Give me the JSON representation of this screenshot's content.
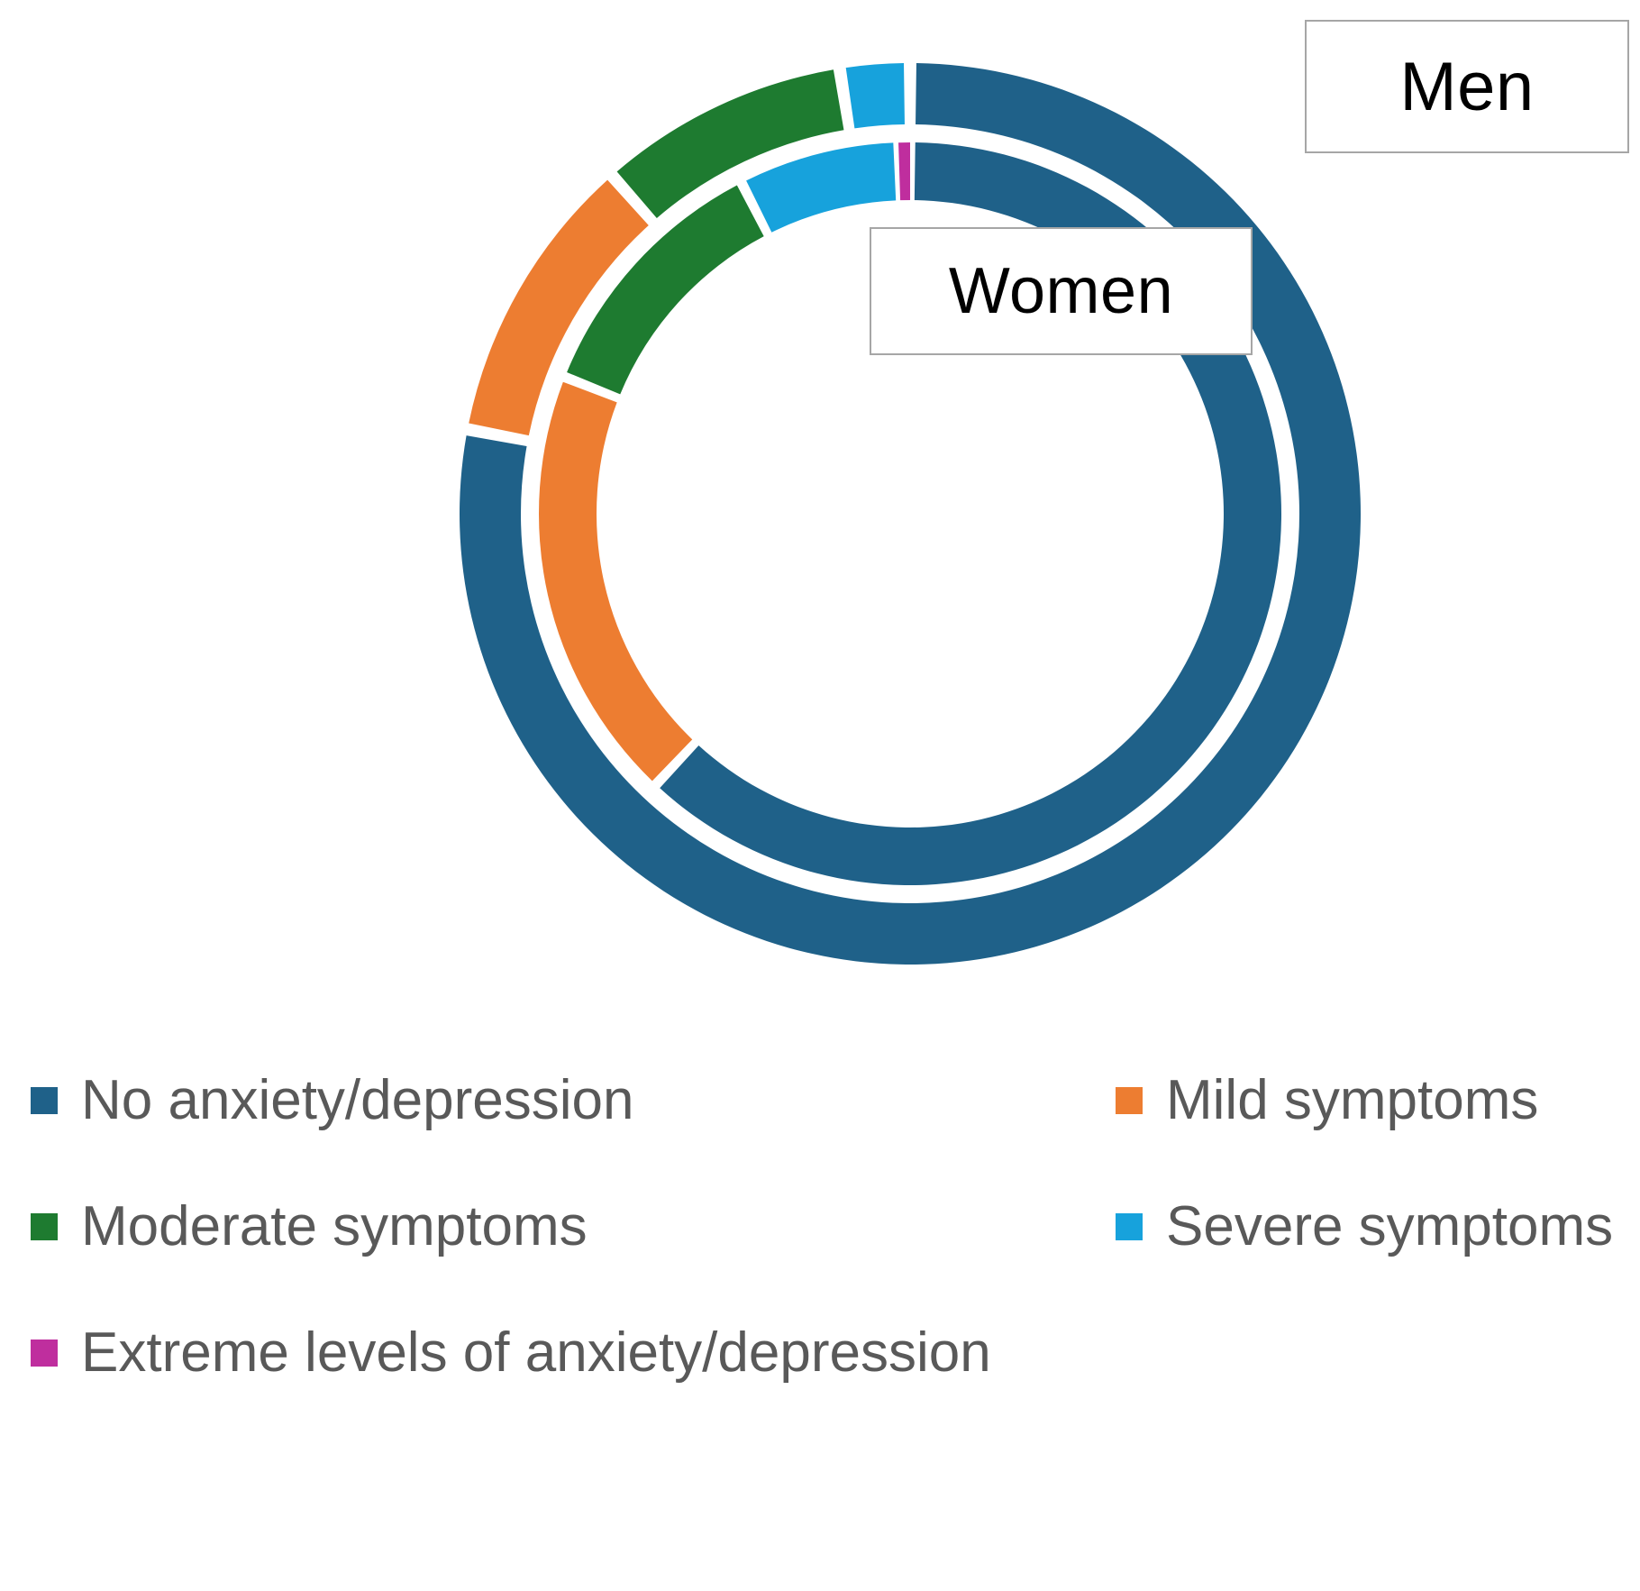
{
  "chart_data": {
    "type": "pie",
    "variant": "nested-doughnut",
    "title": "",
    "subtitle": "",
    "xlabel": "",
    "ylabel": "",
    "grid": false,
    "legend_position": "bottom",
    "categories": [
      "No anxiety/depression",
      "Mild symptoms",
      "Moderate symptoms",
      "Severe symptoms",
      "Extreme levels of anxiety/depression"
    ],
    "colors": [
      "#1F6189",
      "#ED7D31",
      "#1E7B30",
      "#17A2DC",
      "#BF2E9E"
    ],
    "series": [
      {
        "name": "Men",
        "ring": "outer",
        "values": [
          78.0,
          10.5,
          9.0,
          2.5,
          0.0
        ]
      },
      {
        "name": "Women",
        "ring": "inner",
        "values": [
          62.0,
          19.0,
          11.5,
          7.0,
          0.5
        ]
      }
    ],
    "start_angle_deg": 0,
    "direction": "clockwise",
    "annotations": [
      "Men",
      "Women"
    ]
  },
  "callouts": {
    "men": "Men",
    "women": "Women"
  },
  "legend": {
    "entries": [
      {
        "label": "No anxiety/depression",
        "color": "#1F6189"
      },
      {
        "label": "Mild symptoms",
        "color": "#ED7D31"
      },
      {
        "label": "Moderate symptoms",
        "color": "#1E7B30"
      },
      {
        "label": "Severe symptoms",
        "color": "#17A2DC"
      },
      {
        "label": "Extreme levels of anxiety/depression",
        "color": "#BF2E9E"
      }
    ]
  }
}
